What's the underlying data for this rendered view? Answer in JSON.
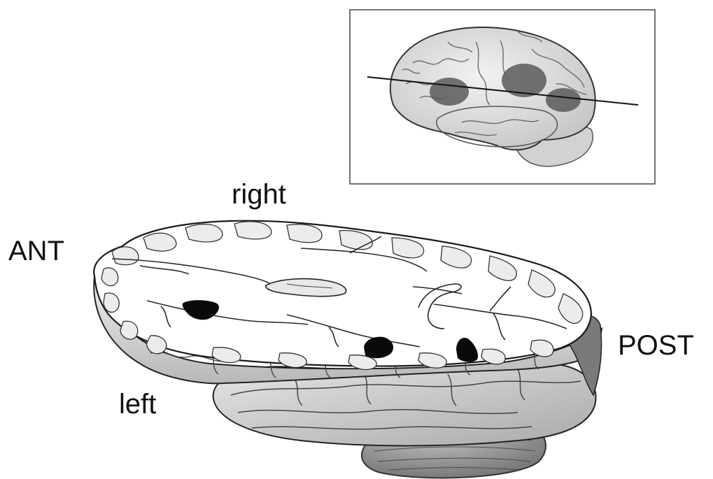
{
  "labels": {
    "right": "right",
    "ant": "ANT",
    "post": "POST",
    "left": "left"
  },
  "colors": {
    "outline": "#1a1a1a",
    "cut_surface": "#ffffff",
    "cortex_shade": "#d9d9d9",
    "cortex_dark": "#9a9a9a",
    "lesion": "#0a0a0a",
    "inset_lesion": "#5a5a5a",
    "inset_border": "#444444"
  }
}
